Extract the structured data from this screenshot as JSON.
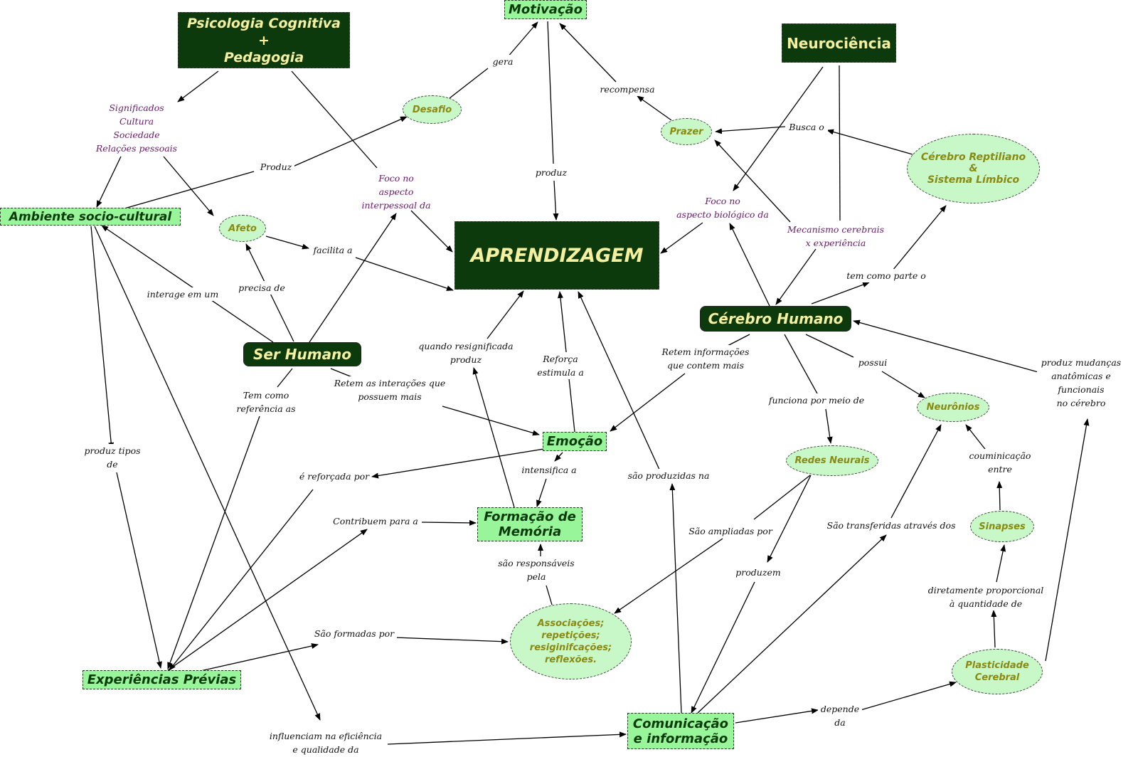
{
  "nodes": {
    "psicologia": "Psicologia Cognitiva\n+\nPedagogia",
    "motivacao": "Motivação",
    "neurociencia": "Neurociência",
    "desafio": "Desafio",
    "prazer": "Prazer",
    "cerebro_reptiliano": "Cérebro Reptiliano\n&\nSistema Límbico",
    "ambiente": "Ambiente socio-cultural",
    "afeto": "Afeto",
    "aprendizagem": "APRENDIZAGEM",
    "cerebro_humano": "Cérebro Humano",
    "ser_humano": "Ser Humano",
    "neuronios": "Neurônios",
    "emocao": "Emoção",
    "redes_neurais": "Redes Neurais",
    "formacao_memoria": "Formação de\nMemória",
    "sinapses": "Sinapses",
    "associacoes": "Associações;\nrepetições;\nresiginifcações;\nreflexões.",
    "plasticidade": "Plasticidade\nCerebral",
    "experiencias": "Experiências Prévias",
    "comunicacao": "Comunicação\ne informação"
  },
  "labels": {
    "significados": "Significados\nCultura\nSociedade\nRelações pessoais",
    "foco_interpessoal": "Foco no\naspecto\ninterpessoal da",
    "foco_biologico": "Foco no\naspecto biológico da",
    "mecanismo": "Mecanismo cerebrais\nx experiência",
    "gera": "gera",
    "recompensa": "recompensa",
    "busca_o": "Busca o",
    "produz_top": "Produz",
    "produz_mid": "produz",
    "facilita_a": "facilita a",
    "precisa_de": "precisa de",
    "interage": "interage em um",
    "tem_como_parte": "tem como parte o",
    "quando_resignificada": "quando resignificada\nproduz",
    "reforca": "Reforça\nestimula a",
    "retem_informacoes": "Retem informações\nque contem mais",
    "possui": "possui",
    "tem_como_ref": "Tem como\nreferência as",
    "retem_interacoes": "Retem as interações que\npossuem mais",
    "funciona": "funciona por meio de",
    "produz_mudancas": "produz mudanças\nanatômicas e\nfuncionais\nno cérebro",
    "produz_tipos": "produz tipos\nde",
    "e_reforcada": "é reforçada por",
    "intensifica": "intensifica a",
    "sao_produzidas": "são produzidas na",
    "coumunicacao_entre": "couminicação\nentre",
    "contribuem": "Contribuem para a",
    "sao_ampliadas": "São ampliadas por",
    "sao_transferidas": "São transferidas através dos",
    "sao_responsaveis": "são responsáveis\npela",
    "produzem": "produzem",
    "diretamente": "diretamente proporcional\nà quantidade de",
    "sao_formadas": "São formadas por",
    "depende": "depende\nda",
    "influenciam": "influenciam na eficiência\ne qualidade da"
  },
  "colors": {
    "dark_fill": "#0d3a0d",
    "dark_text": "#f5f0a0",
    "light_fill": "#99f599",
    "ellipse_fill": "#c8f7c8",
    "ellipse_text": "#8a8a10",
    "purple_text": "#6a1a6a"
  }
}
